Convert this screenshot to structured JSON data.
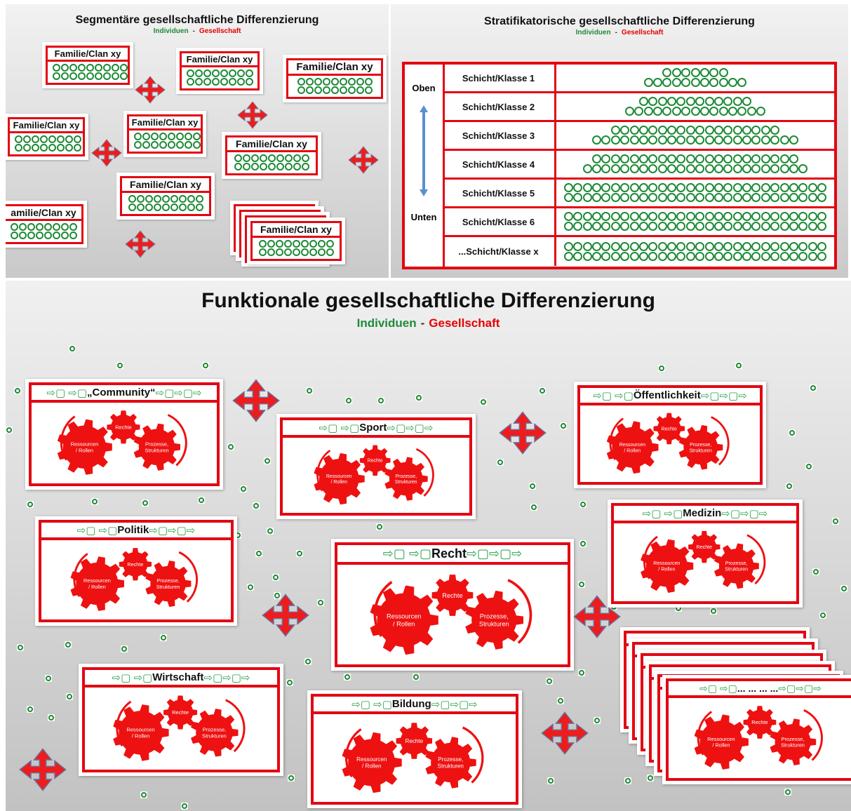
{
  "segmentary": {
    "title": "Segmentäre gesellschaftliche Differenzierung",
    "legend_individuals": "Individuen",
    "legend_dash": "-",
    "legend_society": "Gesellschaft",
    "card_label": "Familie/Clan xy",
    "card_label_clipped": "amilie/Clan xy"
  },
  "stratified": {
    "title": "Stratifikatorische gesellschaftliche Differenzierung",
    "legend_individuals": "Individuen",
    "legend_dash": "-",
    "legend_society": "Gesellschaft",
    "top_label": "Oben",
    "bottom_label": "Unten",
    "rows": [
      {
        "label": "Schicht/Klasse 1",
        "dots": [
          7,
          11
        ]
      },
      {
        "label": "Schicht/Klasse 2",
        "dots": [
          12,
          15
        ]
      },
      {
        "label": "Schicht/Klasse 3",
        "dots": [
          18,
          22
        ]
      },
      {
        "label": "Schicht/Klasse 4",
        "dots": [
          22,
          24
        ]
      },
      {
        "label": "Schicht/Klasse 5",
        "dots": [
          28,
          28
        ]
      },
      {
        "label": "Schicht/Klasse 6",
        "dots": [
          28,
          28
        ]
      },
      {
        "label": "...Schicht/Klasse x",
        "dots": [
          28,
          28
        ]
      }
    ]
  },
  "functional": {
    "title": "Funktionale gesellschaftliche Differenzierung",
    "legend_individuals": "Individuen",
    "legend_dash": "-",
    "legend_society": "Gesellschaft",
    "gear_labels": {
      "resources": "Ressourcen / Rollen",
      "rights": "Rechte",
      "processes": "Prozesse, Strukturen"
    },
    "systems": [
      {
        "key": "community",
        "label": "„Community“"
      },
      {
        "key": "sport",
        "label": "Sport"
      },
      {
        "key": "oeffentlichkeit",
        "label": "Öffentlichkeit"
      },
      {
        "key": "politik",
        "label": "Politik"
      },
      {
        "key": "recht",
        "label": "Recht"
      },
      {
        "key": "medizin",
        "label": "Medizin"
      },
      {
        "key": "wirtschaft",
        "label": "Wirtschaft"
      },
      {
        "key": "bildung",
        "label": "Bildung"
      },
      {
        "key": "more",
        "label": "... ... ... ..."
      }
    ]
  },
  "colors": {
    "red": "#e30613",
    "green": "#1d8a36",
    "blue_arrow": "#5b8fd0"
  }
}
